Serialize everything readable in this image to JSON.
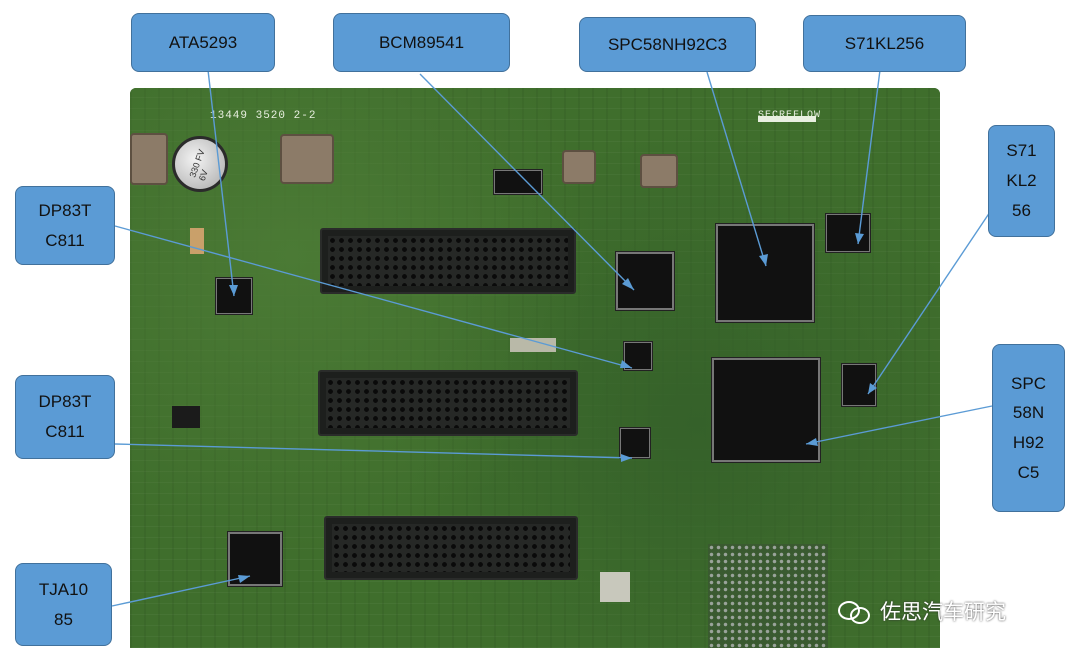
{
  "board": {
    "silkscreen": {
      "part_number": "13449   3520   2-2",
      "arrow_text": "SECREFLOW"
    },
    "capacitor_text": "330 FV 6V"
  },
  "labels": {
    "ata": "ATA5293",
    "bcm": "BCM89541",
    "spc_top": "SPC58NH92C3",
    "s71_top": "S71KL256",
    "dp_top_line1": "DP83T",
    "dp_top_line2": "C811",
    "s71_right_line1": "S71",
    "s71_right_line2": "KL2",
    "s71_right_line3": "56",
    "dp_bottom_line1": "DP83T",
    "dp_bottom_line2": "C811",
    "spc_right_line1": "SPC",
    "spc_right_line2": "58N",
    "spc_right_line3": "H92",
    "spc_right_line4": "C5",
    "tja_line1": "TJA10",
    "tja_line2": "85"
  },
  "watermark": "佐思汽车研究",
  "colors": {
    "label_fill": "#5b9bd5",
    "leader_line": "#5b9bd5",
    "pcb": "#3f6e2c"
  }
}
